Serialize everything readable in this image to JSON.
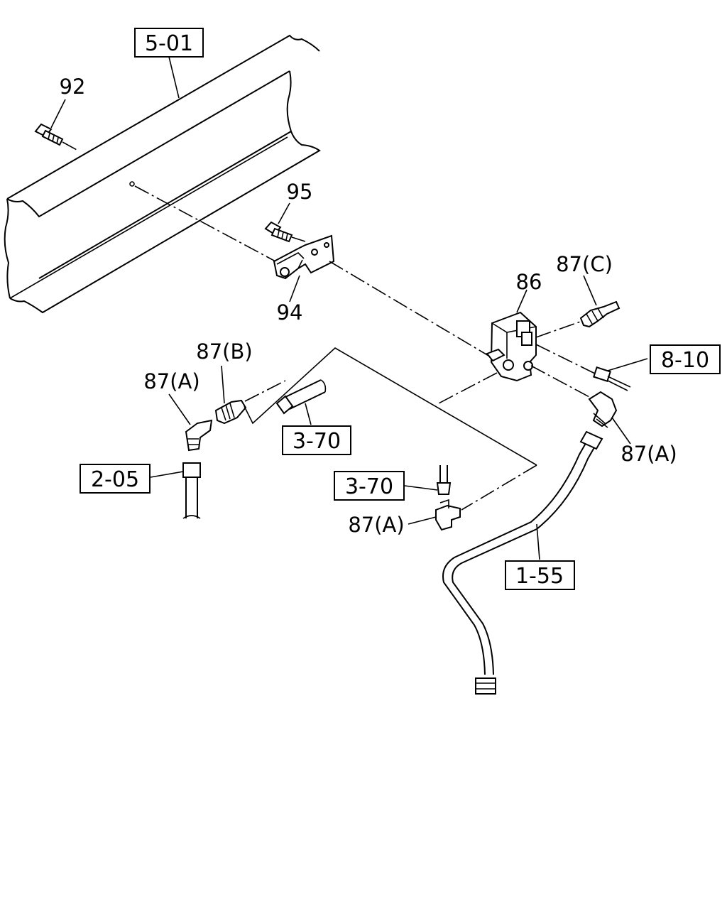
{
  "refs": {
    "r501": "5-01",
    "r810": "8-10",
    "r370a": "3-70",
    "r370b": "3-70",
    "r205": "2-05",
    "r155": "1-55"
  },
  "parts": {
    "p92": "92",
    "p95": "95",
    "p94": "94",
    "p86": "86",
    "p87c": "87(C)",
    "p87b": "87(B)",
    "p87a_left": "87(A)",
    "p87a_right": "87(A)",
    "p87a_bottom": "87(A)"
  }
}
